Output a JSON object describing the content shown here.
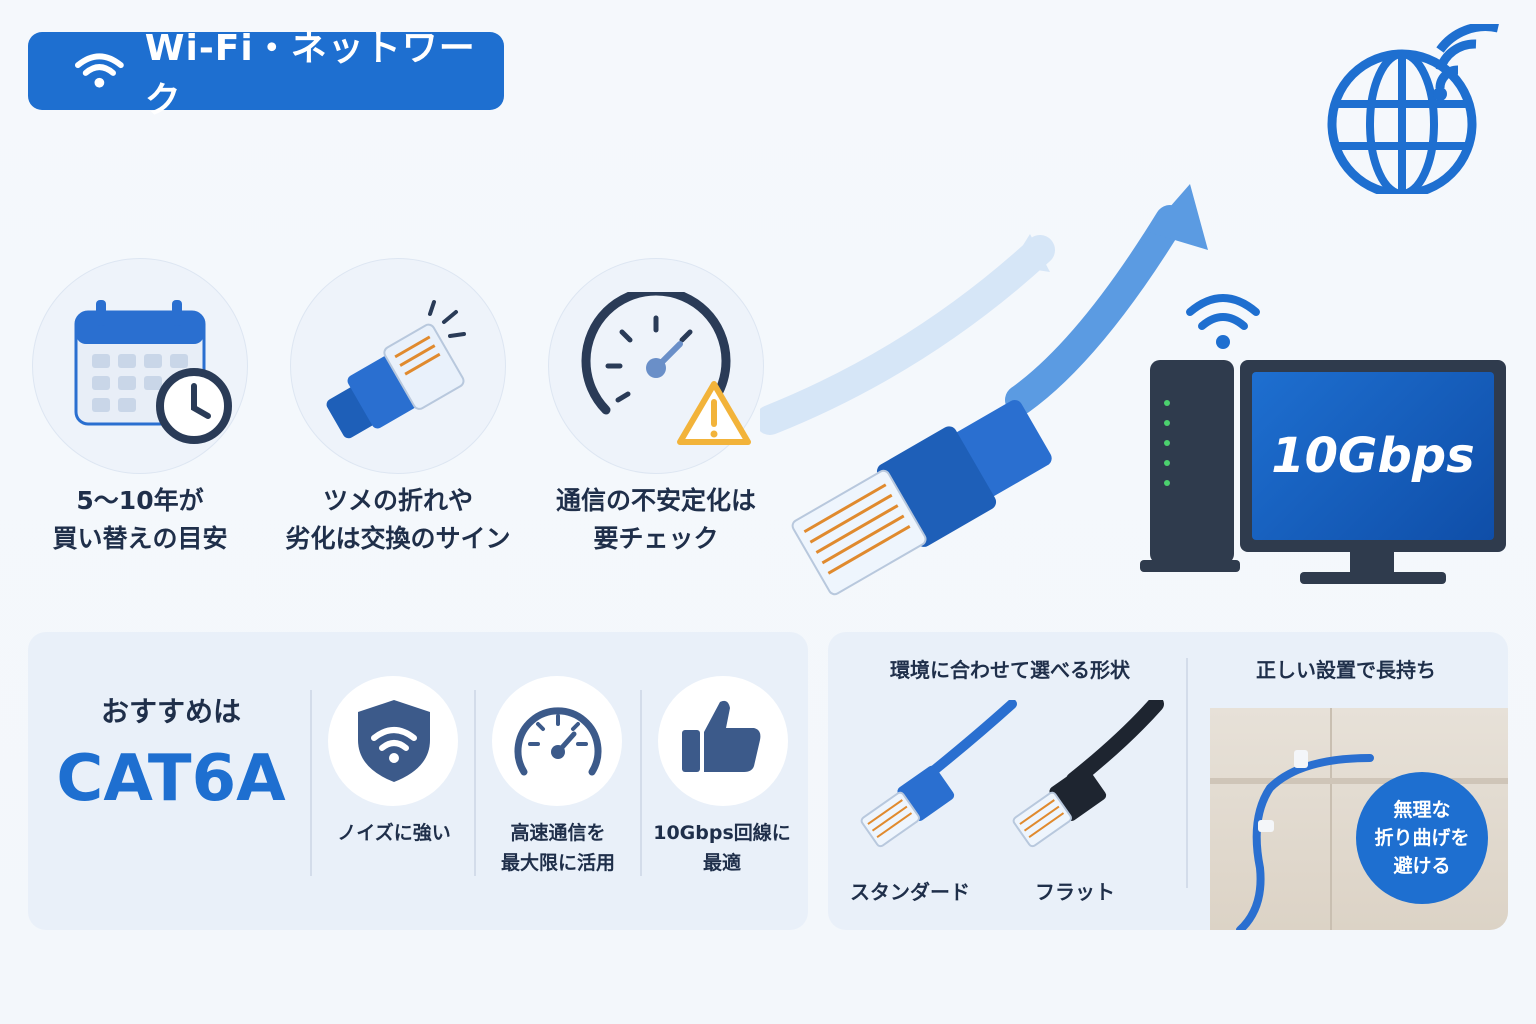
{
  "header": {
    "title": "Wi-Fi・ネットワーク"
  },
  "tips": [
    {
      "line1": "5〜10年が",
      "line2": "買い替えの目安"
    },
    {
      "line1": "ツメの折れや",
      "line2": "劣化は交換のサイン"
    },
    {
      "line1": "通信の不安定化は",
      "line2": "要チェック"
    }
  ],
  "monitor": {
    "speed": "10Gbps"
  },
  "recommend": {
    "lead": "おすすめは",
    "name": "CAT6A",
    "features": [
      {
        "line1": "ノイズに強い",
        "line2": ""
      },
      {
        "line1": "高速通信を",
        "line2": "最大限に活用"
      },
      {
        "line1": "10Gbps回線に",
        "line2": "最適"
      }
    ]
  },
  "shapes": {
    "title": "環境に合わせて選べる形状",
    "standard": "スタンダード",
    "flat": "フラット"
  },
  "install": {
    "title": "正しい設置で長持ち",
    "badge_line1": "無理な",
    "badge_line2": "折り曲げを",
    "badge_line3": "避ける"
  },
  "colors": {
    "accent": "#1e6fd0",
    "warning": "#f2b33a",
    "dark": "#2f3b4d"
  }
}
